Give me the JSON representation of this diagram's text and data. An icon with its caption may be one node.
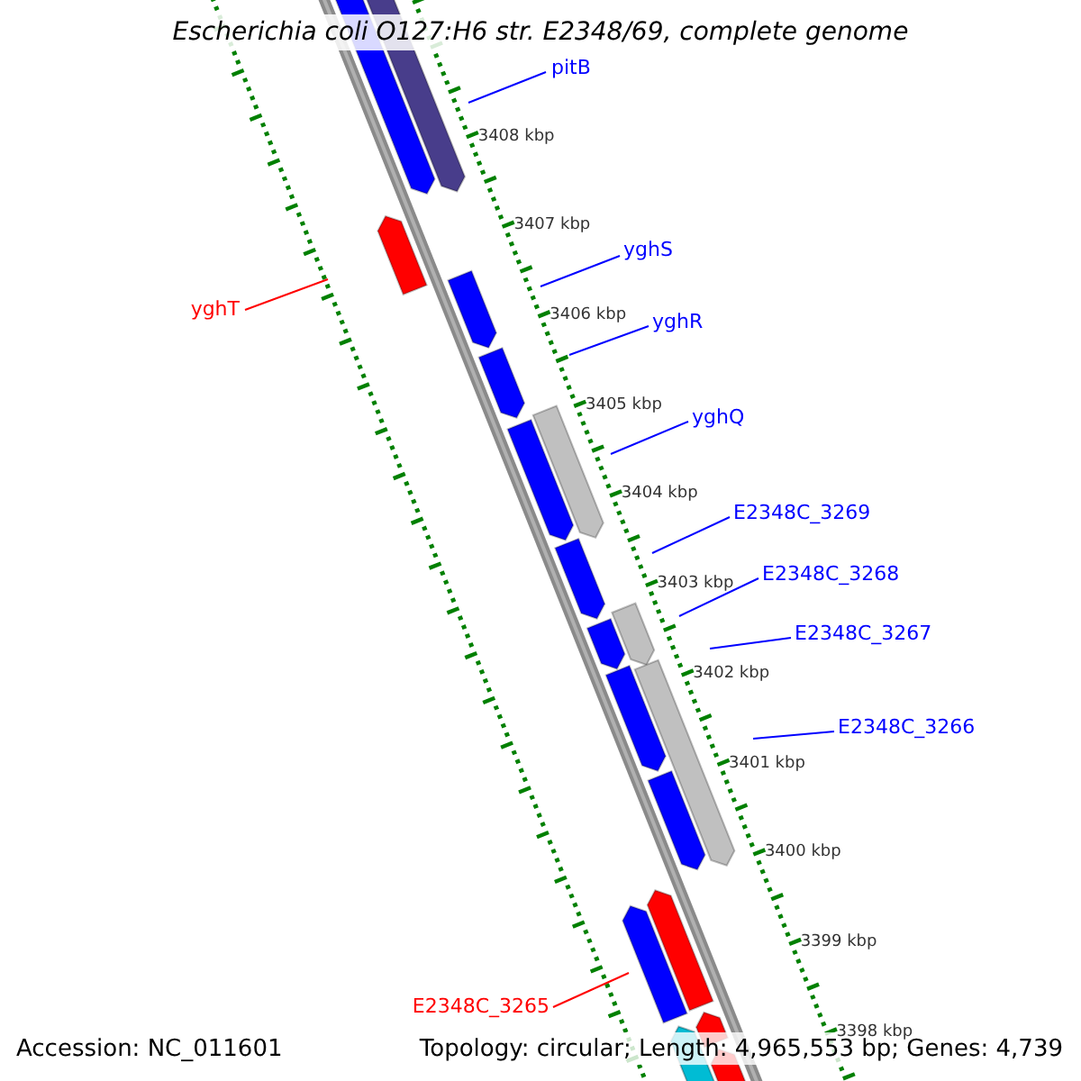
{
  "diagram": {
    "title": "Escherichia coli O127:H6 str. E2348/69, complete genome",
    "nodes": [
      {
        "text": [
          "pitB"
        ]
      },
      {
        "text": [
          "yghS"
        ]
      },
      {
        "text": [
          "yghT"
        ]
      },
      {
        "text": [
          "yghR"
        ]
      },
      {
        "text": [
          "yghQ"
        ]
      },
      {
        "text": [
          "E2348C_3269"
        ]
      },
      {
        "text": [
          "E2348C_3268"
        ]
      },
      {
        "text": [
          "E2348C_3267"
        ]
      },
      {
        "text": [
          "E2348C_3266"
        ]
      },
      {
        "text": [
          "E2348C_3265"
        ]
      }
    ],
    "edges": [
      {
        "from": 0,
        "to": null,
        "arrow": "none"
      },
      {
        "from": 1,
        "to": null,
        "arrow": "none"
      },
      {
        "from": 2,
        "to": null,
        "arrow": "none",
        "color": "#ff0000"
      },
      {
        "from": 3,
        "to": null,
        "arrow": "none"
      },
      {
        "from": 4,
        "to": null,
        "arrow": "none"
      },
      {
        "from": 5,
        "to": null,
        "arrow": "none"
      },
      {
        "from": 6,
        "to": null,
        "arrow": "none"
      },
      {
        "from": 7,
        "to": null,
        "arrow": "none"
      },
      {
        "from": 8,
        "to": null,
        "arrow": "none"
      },
      {
        "from": 9,
        "to": null,
        "arrow": "none",
        "color": "#ff0000"
      }
    ],
    "labels": [
      "3408 kbp",
      "3407 kbp",
      "3406 kbp",
      "3405 kbp",
      "3404 kbp",
      "3403 kbp",
      "3402 kbp",
      "3401 kbp",
      "3400 kbp",
      "3399 kbp",
      "3398 kbp",
      "Accession: NC_011601",
      "Topology: circular; Length: 4,965,553 bp; Genes: 4,739"
    ]
  }
}
